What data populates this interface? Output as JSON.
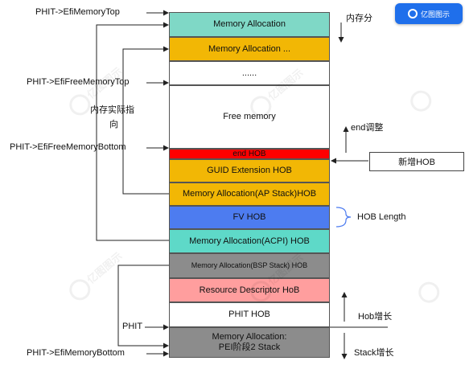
{
  "brand": {
    "text": "亿图图示",
    "icon": "edraw-logo-icon",
    "color": "#1f6feb"
  },
  "watermark": "亿图图示",
  "blocks": [
    {
      "id": "mem-alloc-top",
      "label": "Memory Allocation",
      "color": "#7fd8c6"
    },
    {
      "id": "mem-alloc-more",
      "label": "Memory Allocation ...",
      "color": "#f2b705"
    },
    {
      "id": "ellipsis",
      "label": "......",
      "color": "#ffffff"
    },
    {
      "id": "free-memory",
      "label": "Free memory",
      "color": "#ffffff"
    },
    {
      "id": "end-hob",
      "label": "end HOB",
      "color": "#ff0000"
    },
    {
      "id": "guid-ext-hob",
      "label": "GUID Extension HOB",
      "color": "#f2b705"
    },
    {
      "id": "mem-alloc-ap",
      "label": "Memory Allocation(AP Stack)HOB",
      "color": "#f2b705"
    },
    {
      "id": "fv-hob",
      "label": "FV HOB",
      "color": "#4d7cf0"
    },
    {
      "id": "mem-alloc-acpi",
      "label": "Memory Allocation(ACPI) HOB",
      "color": "#5ed9c8"
    },
    {
      "id": "mem-alloc-bsp",
      "label": "Memory Allocation(BSP Stack) HOB",
      "color": "#8c8c8c"
    },
    {
      "id": "resource-desc",
      "label": "Resource Descriptor HoB",
      "color": "#ff9e9e"
    },
    {
      "id": "phit-hob",
      "label": "PHIT HOB",
      "color": "#ffffff"
    },
    {
      "id": "pei-stack",
      "label_line1": "Memory Allocation:",
      "label_line2": "PEI阶段2 Stack",
      "color": "#8c8c8c"
    }
  ],
  "left_labels": {
    "efi_memory_top": "PHIT->EfiMemoryTop",
    "efi_free_memory_top": "PHIT->EfiFreeMemoryTop",
    "efi_free_memory_bottom": "PHIT->EfiFreeMemoryBottom",
    "phit": "PHIT",
    "efi_memory_bottom": "PHIT->EfiMemoryBottom",
    "actual_pointer_line1": "内存实际指",
    "actual_pointer_line2": "向"
  },
  "right_labels": {
    "memory_alloc_dir": "内存分",
    "end_adjust": "end调整",
    "new_hob": "新增HOB",
    "hob_length": "HOB Length",
    "hob_grow": "Hob增长",
    "stack_grow": "Stack增长"
  }
}
